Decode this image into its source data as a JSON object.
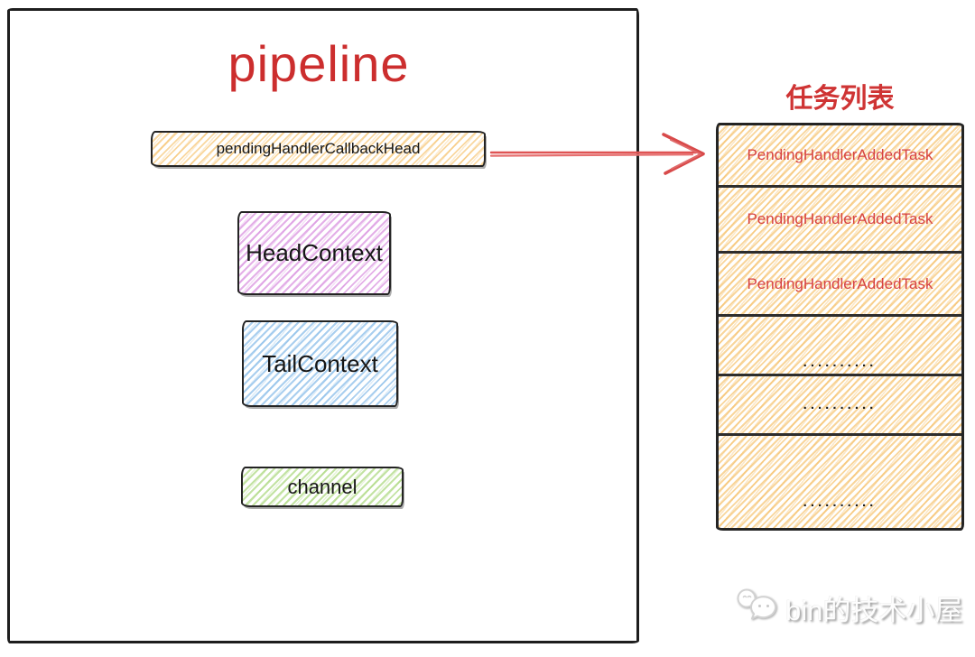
{
  "pipeline": {
    "title": "pipeline",
    "pending_head_label": "pendingHandlerCallbackHead",
    "head_context_label": "HeadContext",
    "tail_context_label": "TailContext",
    "channel_label": "channel"
  },
  "task_list": {
    "title": "任务列表",
    "rows": [
      {
        "label": "PendingHandlerAddedTask",
        "style": "red"
      },
      {
        "label": "PendingHandlerAddedTask",
        "style": "red"
      },
      {
        "label": "PendingHandlerAddedTask",
        "style": "red"
      },
      {
        "label": "..........",
        "style": "dots"
      },
      {
        "label": "..........",
        "style": "dots"
      },
      {
        "label": "..........",
        "style": "dots"
      }
    ]
  },
  "watermark": {
    "text": "bin的技术小屋",
    "icon": "wechat-icon"
  },
  "colors": {
    "title_red": "#cc2e2e",
    "task_text_red": "#d64242",
    "arrow_red": "#df5353",
    "hatch_orange": "#f3b042",
    "hatch_purple": "#cd70d6",
    "hatch_blue": "#64a8e2",
    "hatch_green": "#92cc57",
    "border_ink": "#232323"
  }
}
